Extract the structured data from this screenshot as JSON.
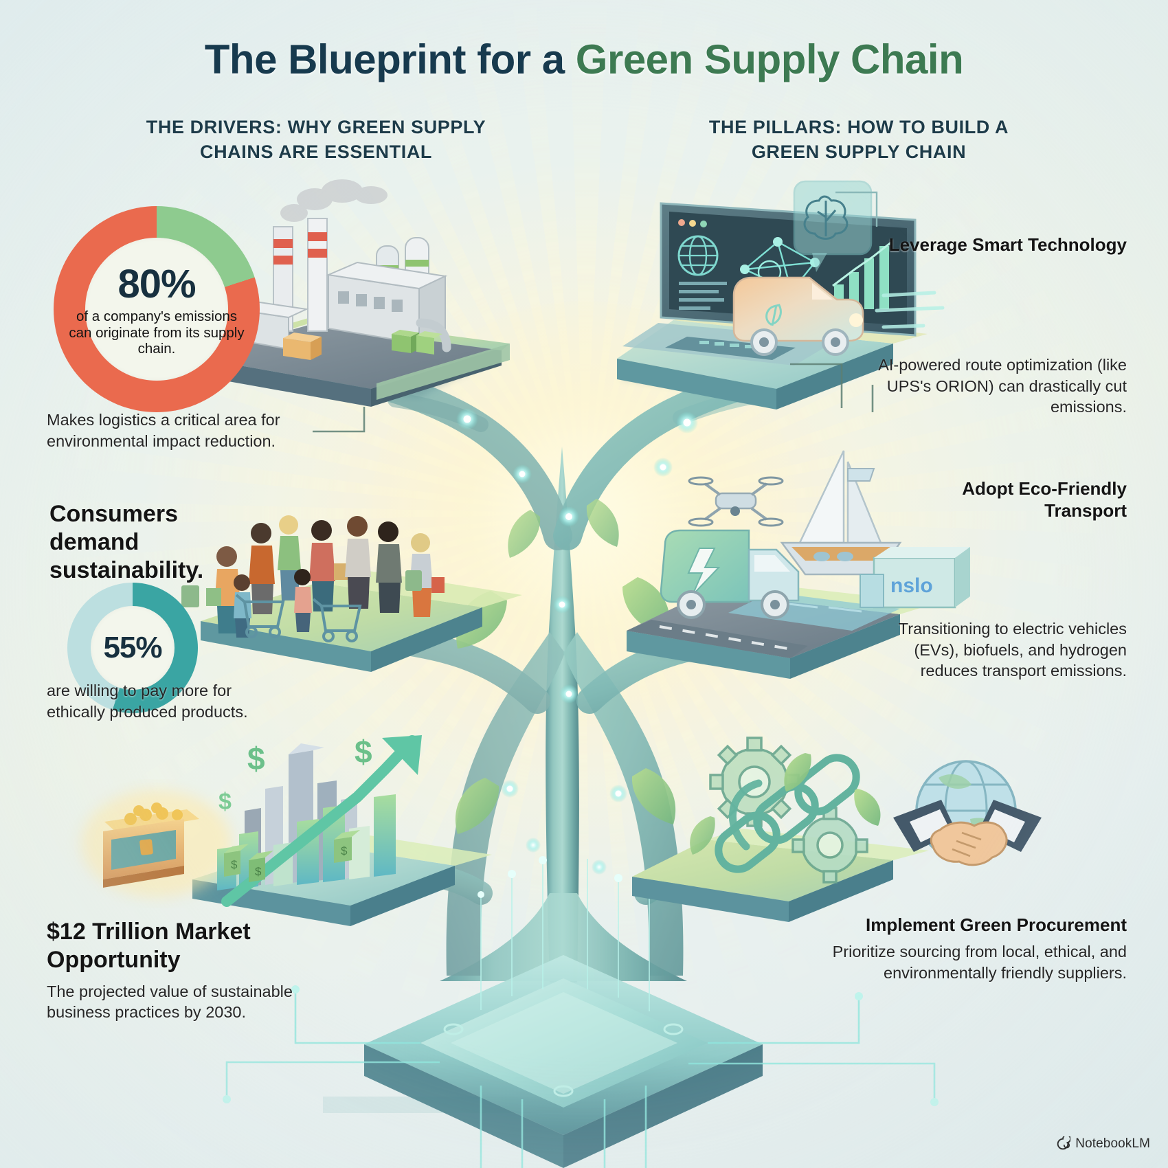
{
  "title": {
    "part1": "The Blueprint for a ",
    "part2": "Green Supply Chain",
    "color_dark": "#173a4e",
    "color_green": "#3d7a52"
  },
  "columns": {
    "left_heading": "THE DRIVERS: WHY GREEN SUPPLY CHAINS ARE ESSENTIAL",
    "right_heading": "THE PILLARS: HOW TO BUILD A GREEN SUPPLY CHAIN"
  },
  "drivers": [
    {
      "stat_value": "80%",
      "stat_description": "of a company's emissions can originate from its supply chain.",
      "caption": "Makes logistics a critical area for environmental impact reduction.",
      "scene": "factory-plant",
      "donut": {
        "percent": 80,
        "fill_color": "#ea6a4e",
        "track_color": "#8ecb8f"
      }
    },
    {
      "headline": "Consumers demand sustainability.",
      "stat_value": "55%",
      "caption": "are willing to pay more for ethically produced products.",
      "scene": "shoppers-crowd",
      "donut": {
        "percent": 55,
        "fill_color": "#3aa5a3",
        "track_color": "#bcdfe0"
      }
    },
    {
      "headline": "$12 Trillion Market Opportunity",
      "caption": "The projected value of sustainable business practices by 2030.",
      "scene": "treasure-chest-growth-chart"
    }
  ],
  "pillars": [
    {
      "headline": "Leverage Smart Technology",
      "body": "AI-powered route optimization (like UPS's ORION) can drastically cut emissions.",
      "scene": "dashboard-ai-brain-delivery-van"
    },
    {
      "headline": "Adopt Eco-Friendly Transport",
      "body": "Transitioning to electric vehicles (EVs), biofuels, and hydrogen reduces transport emissions.",
      "scene": "drone-sailboat-electric-truck"
    },
    {
      "headline": "Implement Green Procurement",
      "body": "Prioritize sourcing from local, ethical, and environmentally friendly suppliers.",
      "scene": "gears-chain-globe-handshake"
    }
  ],
  "watermark": {
    "label": "NotebookLM"
  },
  "palette": {
    "background": "#e4eeee",
    "glow": "#fdf6dd",
    "tree_teal": "#6fb5ae",
    "tree_dark": "#4b8a8c",
    "platform_green": "#c4dba0",
    "platform_slate": "#6d7f8a",
    "accent_cyan": "#9fe8e0"
  }
}
